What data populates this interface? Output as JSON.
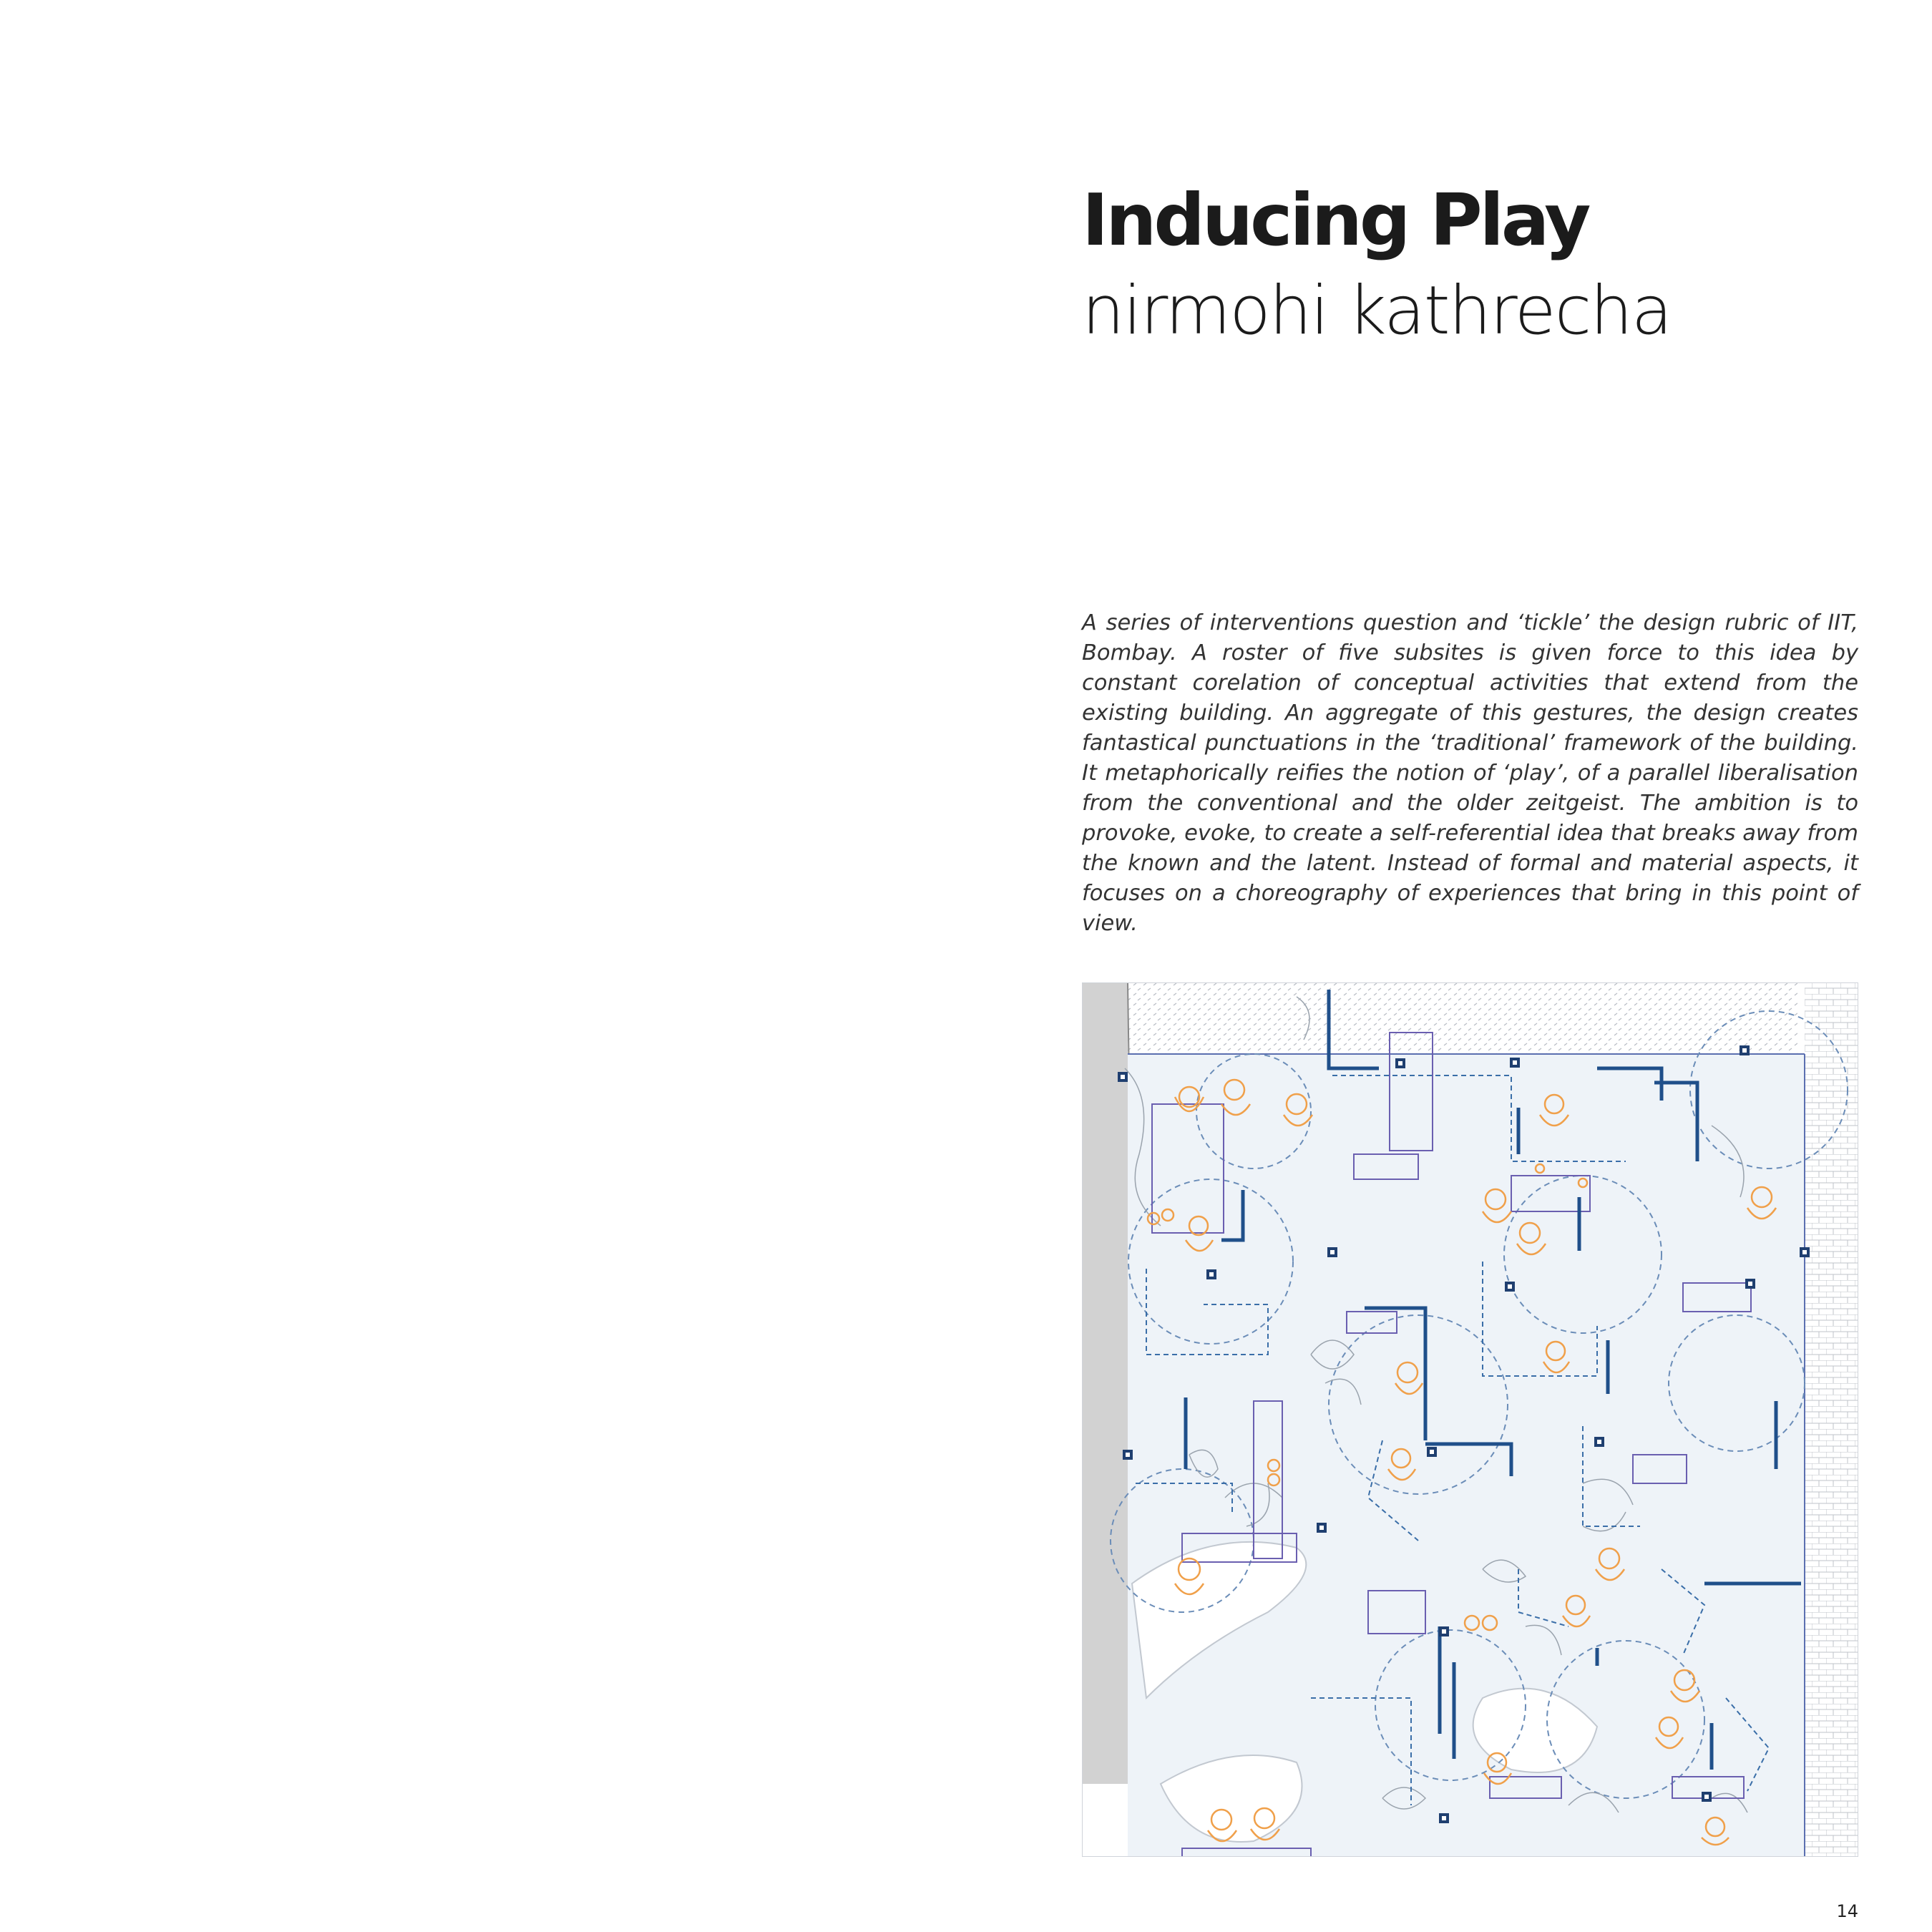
{
  "title": "Inducing Play",
  "author": "nirmohi kathrecha",
  "abstract": "A series of interventions question and ‘tickle’ the design rubric of IIT, Bombay. A roster of five subsites is given force to this idea by constant corelation of conceptual activities that extend from the existing building. An aggregate of this gestures, the design creates fantastical punctuations in the ‘traditional’ framework of the building. It metaphorically reifies the notion of ‘play’, of a parallel liberalisation from the conventional and the older zeitgeist. The ambition is to provoke, evoke, to create a self-referential idea that breaks away from the known and the latent. Instead of formal and material aspects, it focuses on a choreography of experiences that bring in this point of view.",
  "page_number": "14",
  "colors": {
    "plan_ground": "#eef3f8",
    "structure_blue": "#1f4f8a",
    "furniture_purple": "#6a5fb0",
    "figure_orange": "#f0a04a",
    "foliage_grey": "#9aa3ad",
    "wall_grey": "#d4d4d4"
  }
}
